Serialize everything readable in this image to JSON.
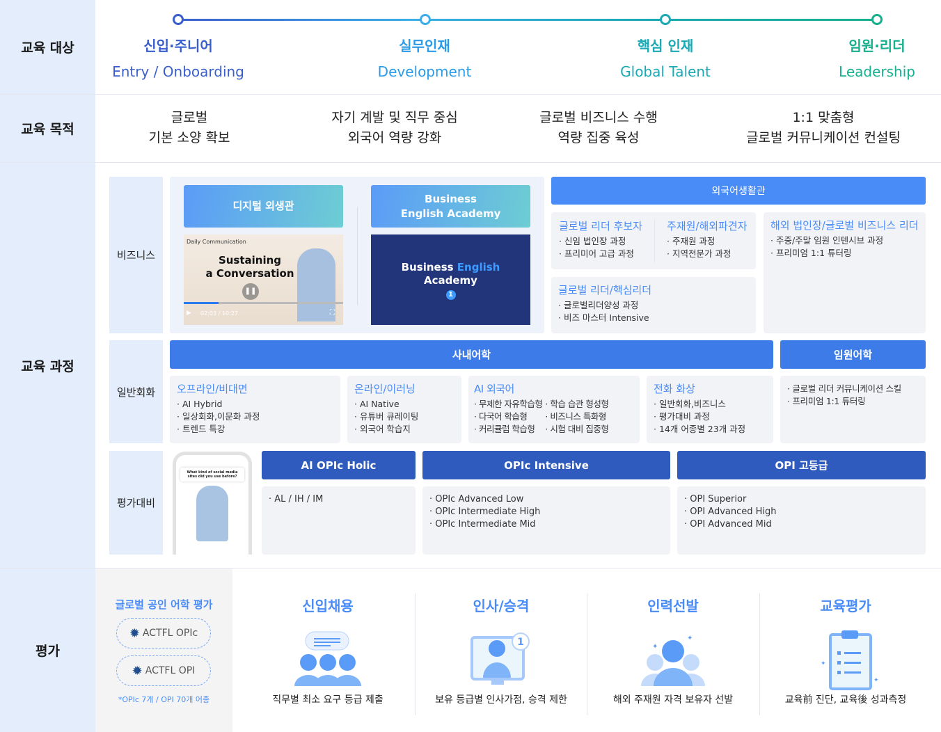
{
  "labels": {
    "target": "교육 대상",
    "goal": "교육 목적",
    "course": "교육 과정",
    "eval": "평가"
  },
  "stages": [
    {
      "ko": "신입·주니어",
      "en": "Entry / Onboarding",
      "color": "#3a5fcd"
    },
    {
      "ko": "실무인재",
      "en": "Development",
      "color": "#2a9be8"
    },
    {
      "ko": "핵심 인재",
      "en": "Global Talent",
      "color": "#1aa9b5"
    },
    {
      "ko": "임원·리더",
      "en": "Leadership",
      "color": "#15b08e"
    }
  ],
  "goals": [
    {
      "l1": "글로벌",
      "l2": "기본 소양 확보"
    },
    {
      "l1": "자기 계발 및 직무 중심",
      "l2": "외국어 역량 강화"
    },
    {
      "l1": "글로벌 비즈니스 수행",
      "l2": "역량 집중 육성"
    },
    {
      "l1": "1:1 맞춤형",
      "l2": "글로벌 커뮤니케이션 컨설팅"
    }
  ],
  "business": {
    "label": "비즈니스",
    "digital": {
      "title": "디지털 외생관",
      "logo": "Daily Communication",
      "video_title1": "Sustaining",
      "video_title2": "a Conversation",
      "time": "02:03 / 10:27"
    },
    "bea": {
      "title1": "Business",
      "title2": "English Academy",
      "thumb1": "Business ",
      "thumb_hl": "English",
      "thumb2": "Academy",
      "num": "1"
    },
    "house": {
      "title": "외국어생활관",
      "boxes": [
        {
          "title": "글로벌 리더 후보자",
          "items": [
            "· 신임 법인장 과정",
            "· 프리미어 고급 과정"
          ]
        },
        {
          "title": "주재원/해외파견자",
          "items": [
            "· 주재원 과정",
            "· 지역전문가 과정"
          ]
        },
        {
          "title": "해외 법인장/글로벌 비즈니스 리더",
          "items": [
            "· 주중/주말 임원 인텐시브 과정",
            "· 프리미엄 1:1 튜터링"
          ]
        },
        {
          "title": "글로벌 리더/핵심리더",
          "items": [
            "· 글로벌리더양성 과정",
            "· 비즈 마스터 Intensive"
          ]
        }
      ]
    }
  },
  "general": {
    "label": "일반회화",
    "inhouse": "사내어학",
    "exec": "임원어학",
    "boxes": [
      {
        "title": "오프라인/비대면",
        "items": [
          "· AI Hybrid",
          "· 일상회화,이문화 과정",
          "· 트렌드 특강"
        ]
      },
      {
        "title": "온라인/이러닝",
        "items": [
          "· AI Native",
          "· 유튜버 큐레이팅",
          "· 외국어 학습지"
        ]
      },
      {
        "title": "AI 외국어",
        "items": [
          "· 무제한 자유학습형",
          "· 다국어 학습형",
          "· 커리큘럼 학습형"
        ],
        "items2": [
          "· 학습 습관 형성형",
          "· 비즈니스 특화형",
          "· 시험 대비 집중형"
        ]
      },
      {
        "title": "전화 화상",
        "items": [
          "· 일반회화,비즈니스",
          "· 평가대비 과정",
          "· 14개 어종별 23개 과정"
        ]
      },
      {
        "title": "",
        "items": [
          "· 글로벌 리더 커뮤니케이션 스킬",
          "· 프리미엄 1:1 튜터링"
        ]
      }
    ]
  },
  "test": {
    "label": "평가대비",
    "phone_q": "What kind of social media sites did you use before?",
    "cols": [
      {
        "title": "AI OPIc Holic",
        "items": [
          "· AL / IH / IM"
        ]
      },
      {
        "title": "OPIc Intensive",
        "items": [
          "· OPIc Advanced Low",
          "· OPIc Intermediate High",
          "· OPIc Intermediate Mid"
        ]
      },
      {
        "title": "OPI 고등급",
        "items": [
          "· OPI Superior",
          "· OPI Advanced High",
          "· OPI Advanced Mid"
        ]
      }
    ]
  },
  "evaluation": {
    "cert_title": "글로벌 공인 어학 평가",
    "logos": [
      "ACTFL OPIc",
      "ACTFL OPI"
    ],
    "note": "*OPIc 7개 / OPI 70개 어종",
    "items": [
      {
        "title": "신입채용",
        "desc": "직무별 최소 요구 등급 제출"
      },
      {
        "title": "인사/승격",
        "desc": "보유 등급별 인사가점, 승격 제한"
      },
      {
        "title": "인력선발",
        "desc": "해외 주재원 자격 보유자 선발"
      },
      {
        "title": "교육평가",
        "desc": "교육前 진단, 교육後 성과측정"
      }
    ]
  }
}
